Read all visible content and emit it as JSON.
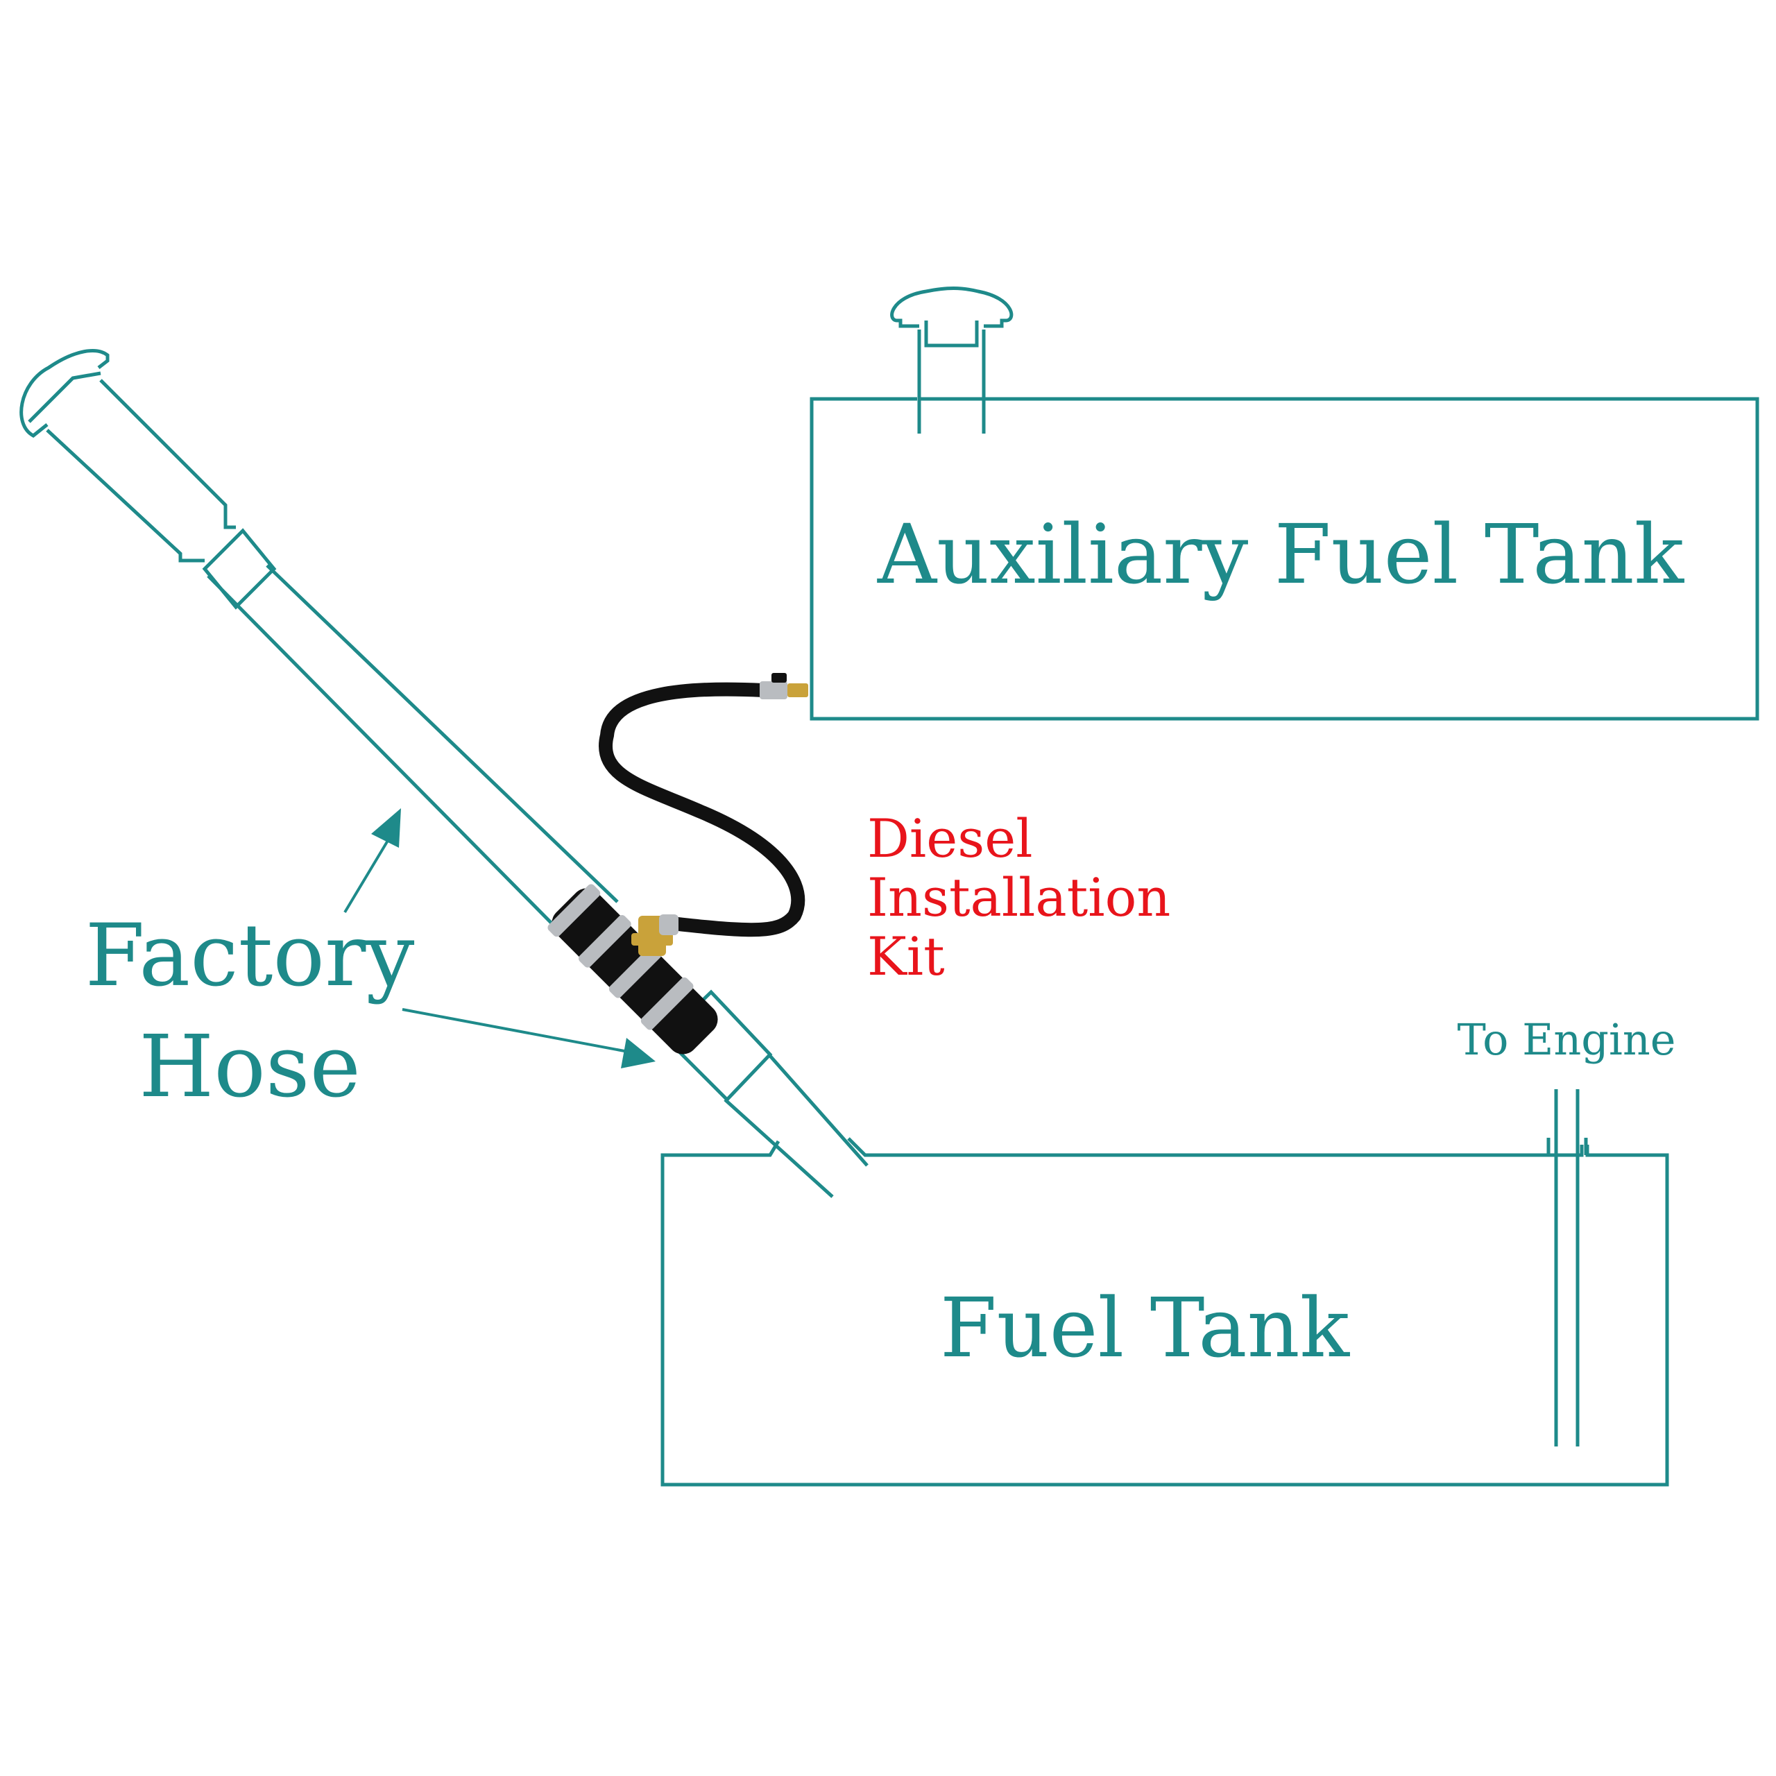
{
  "colors": {
    "teal": "#1e8a8a",
    "red": "#e8141b",
    "hose": "#111111",
    "clamp": "#b9bcc0",
    "brass": "#c9a23a",
    "background": "#ffffff"
  },
  "labels": {
    "aux_tank": "Auxiliary Fuel Tank",
    "fuel_tank": "Fuel Tank",
    "to_engine": "To Engine",
    "factory_hose_line1": "Factory",
    "factory_hose_line2": "Hose",
    "kit_line1": "Diesel",
    "kit_line2": "Installation",
    "kit_line3": "Kit"
  },
  "icons": {
    "aux_fill_cap": "mushroom-fuel-cap",
    "filler_neck_cap": "mushroom-fuel-cap",
    "kit": "hose-tee-fitting-with-valve"
  }
}
